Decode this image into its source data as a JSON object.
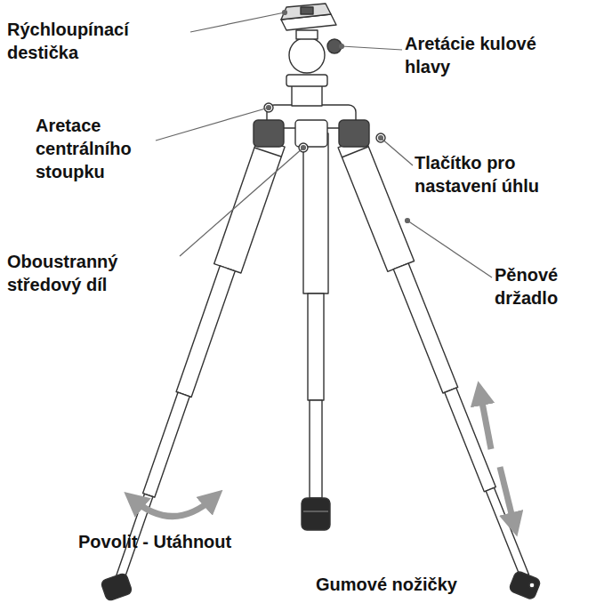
{
  "diagram": {
    "labels": [
      "Rýchloupínací destička",
      "Aretácie kulové hlavy",
      "Aretace centrálního stoupku",
      "Tlačítko pro nastavení úhlu",
      "Oboustranný středový díl",
      "Pěnové držadlo",
      "Povolit - Utáhnout",
      "Gumové nožičky"
    ]
  }
}
